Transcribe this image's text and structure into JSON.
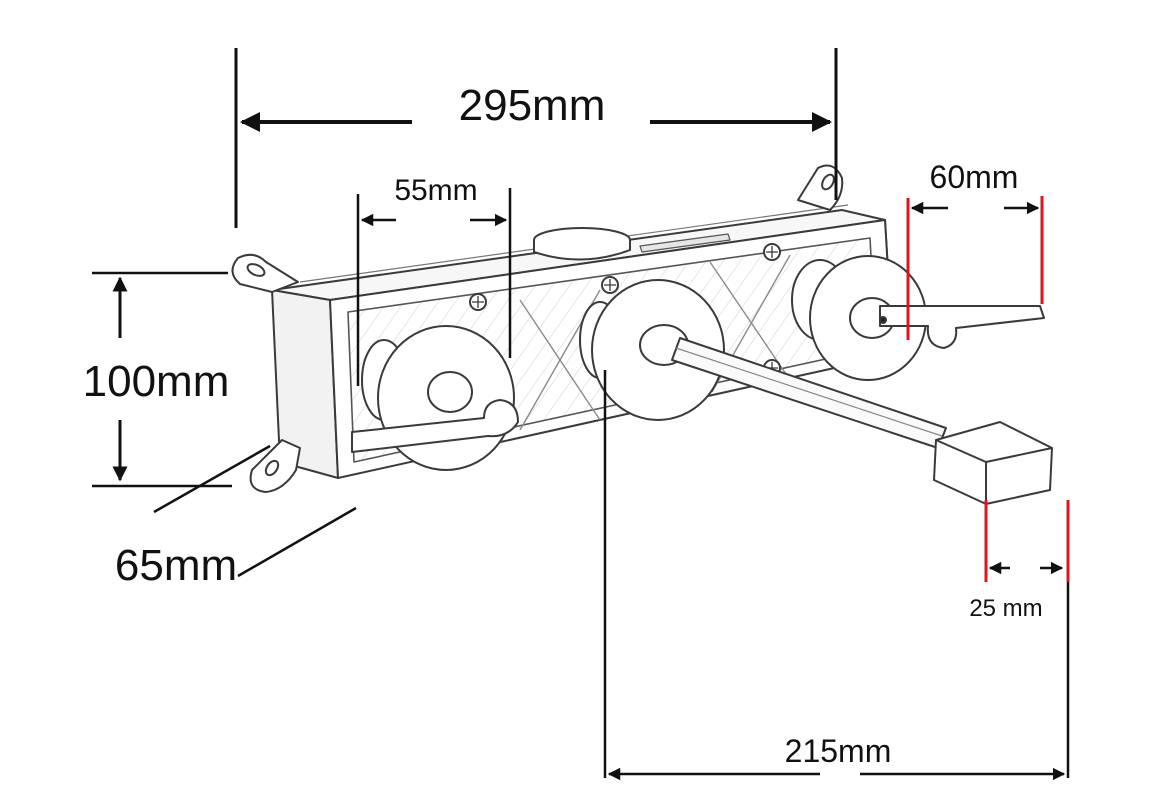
{
  "colors": {
    "ink": "#111111",
    "sketch": "#3a3a3a",
    "accent_red": "#e0141e",
    "background": "#ffffff"
  },
  "dimensions": {
    "overall_width": "295mm",
    "knob_spacing": "55mm",
    "handle_length": "60mm",
    "height": "100mm",
    "depth": "65mm",
    "spout_tip": "25 mm",
    "spout_projection": "215mm"
  },
  "icons": {
    "arrow_head": "filled-triangle-arrow",
    "screw": "phillips-screw-icon",
    "mount_tab": "mounting-tab-icon"
  }
}
